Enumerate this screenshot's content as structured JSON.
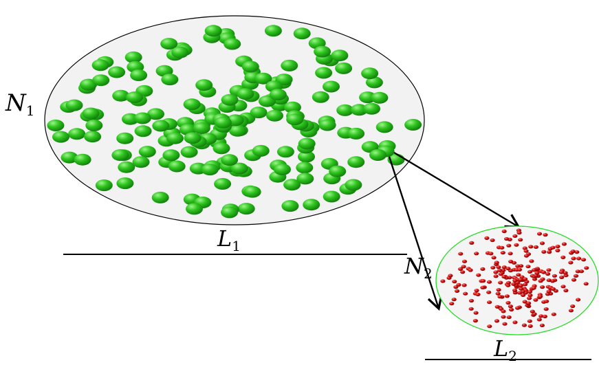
{
  "labels": {
    "n1": {
      "main": "N",
      "sub": "1"
    },
    "l1": {
      "main": "L",
      "sub": "1"
    },
    "n2": {
      "main": "N",
      "sub": "2"
    },
    "l2": {
      "main": "L",
      "sub": "2"
    }
  },
  "colors": {
    "large_fill": "#f2f2f2",
    "large_outline": "#000000",
    "small_fill": "#f4f4f4",
    "small_outline": "#22dd22",
    "green_particle": "#2fc41f",
    "green_highlight": "#9bf58a",
    "red_particle": "#cc1111",
    "red_highlight": "#ff7777",
    "arrow": "#000000"
  },
  "particles": {
    "large_region_count": 190,
    "small_region_count": 240
  }
}
